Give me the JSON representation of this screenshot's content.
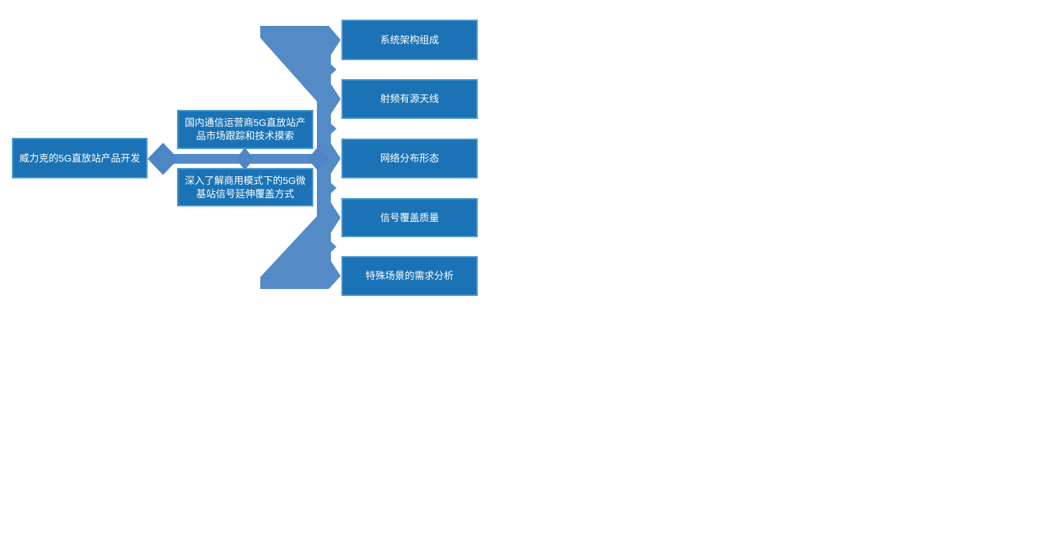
{
  "diagram": {
    "type": "smartart-hierarchy",
    "root": {
      "label": "威力克的5G直放站产品开发"
    },
    "middle": [
      {
        "label": "国内通信运营商5G直放站产品市场跟踪和技术摸索"
      },
      {
        "label": "深入了解商用模式下的5G微基站信号延伸覆盖方式"
      }
    ],
    "leaves": [
      {
        "label": "系统架构组成"
      },
      {
        "label": "射频有源天线"
      },
      {
        "label": "网络分布形态"
      },
      {
        "label": "信号覆盖质量"
      },
      {
        "label": "特殊场景的需求分析"
      }
    ],
    "colors": {
      "node_fill": "#1B73B6",
      "node_border": "#4E9BD3",
      "connector": "#548BC7",
      "connector_diamond": "#4E85C5",
      "text": "#FFFFFF",
      "background": "#FFFFFF"
    }
  }
}
